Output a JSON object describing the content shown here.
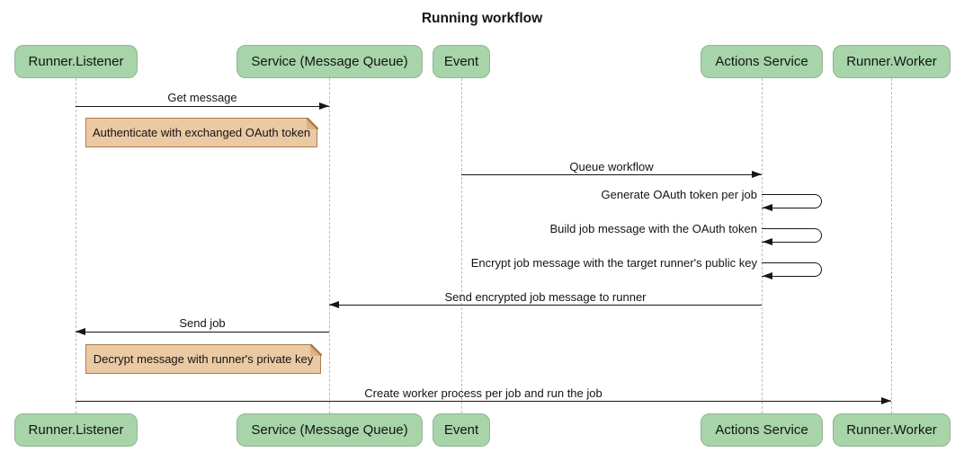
{
  "title": "Running workflow",
  "participants": [
    {
      "id": "runner-listener",
      "label": "Runner.Listener"
    },
    {
      "id": "service-message-queue",
      "label": "Service (Message Queue)"
    },
    {
      "id": "event",
      "label": "Event"
    },
    {
      "id": "actions-service",
      "label": "Actions Service"
    },
    {
      "id": "runner-worker",
      "label": "Runner.Worker"
    }
  ],
  "messages": [
    {
      "type": "arrow",
      "from": "Runner.Listener",
      "to": "Service (Message Queue)",
      "direction": "right",
      "label": "Get message"
    },
    {
      "type": "note",
      "over": "Runner.Listener",
      "label": "Authenticate with exchanged OAuth token"
    },
    {
      "type": "arrow",
      "from": "Event",
      "to": "Actions Service",
      "direction": "right",
      "label": "Queue workflow"
    },
    {
      "type": "self",
      "actor": "Actions Service",
      "label": "Generate OAuth token per job"
    },
    {
      "type": "self",
      "actor": "Actions Service",
      "label": "Build job message with the OAuth token"
    },
    {
      "type": "self",
      "actor": "Actions Service",
      "label": "Encrypt job message with the target runner's public key"
    },
    {
      "type": "arrow",
      "from": "Actions Service",
      "to": "Service (Message Queue)",
      "direction": "left",
      "label": "Send encrypted job message to runner"
    },
    {
      "type": "arrow",
      "from": "Service (Message Queue)",
      "to": "Runner.Listener",
      "direction": "left",
      "label": "Send job"
    },
    {
      "type": "note",
      "over": "Runner.Listener",
      "label": "Decrypt message with runner's private key"
    },
    {
      "type": "arrow",
      "from": "Runner.Listener",
      "to": "Runner.Worker",
      "direction": "right",
      "label": "Create worker process per job and run the job"
    }
  ],
  "colors": {
    "background": "#ffffff",
    "text": "#141414",
    "line": "#161616",
    "lifeline": "#bdbdbd",
    "actor-fill": "#a7d4a9",
    "actor-border": "#8fb591",
    "note-fill": "#eac9a3",
    "note-border": "#aa7d4e",
    "note-fold": "#dcb284"
  }
}
